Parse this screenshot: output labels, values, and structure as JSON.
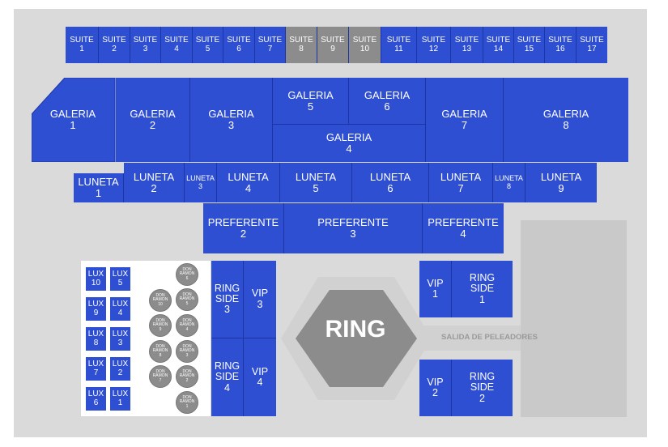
{
  "suites": [
    {
      "label": "SUITE\n1",
      "sold": false
    },
    {
      "label": "SUITE\n2",
      "sold": false
    },
    {
      "label": "SUITE\n3",
      "sold": false
    },
    {
      "label": "SUITE\n4",
      "sold": false
    },
    {
      "label": "SUITE\n5",
      "sold": false
    },
    {
      "label": "SUITE\n6",
      "sold": false
    },
    {
      "label": "SUITE\n7",
      "sold": false
    },
    {
      "label": "SUITE\n8",
      "sold": true
    },
    {
      "label": "SUITE\n9",
      "sold": true
    },
    {
      "label": "SUITE\n10",
      "sold": true
    },
    {
      "label": "SUITE\n11",
      "sold": false
    },
    {
      "label": "SUITE\n12",
      "sold": false
    },
    {
      "label": "SUITE\n13",
      "sold": false
    },
    {
      "label": "SUITE\n14",
      "sold": false
    },
    {
      "label": "SUITE\n15",
      "sold": false
    },
    {
      "label": "SUITE\n16",
      "sold": false
    },
    {
      "label": "SUITE\n17",
      "sold": false
    }
  ],
  "galeria": {
    "g1": "GALERIA\n1",
    "g2": "GALERIA\n2",
    "g3": "GALERIA\n3",
    "g4": "GALERIA\n4",
    "g5": "GALERIA\n5",
    "g6": "GALERIA\n6",
    "g7": "GALERIA\n7",
    "g8": "GALERIA\n8"
  },
  "luneta": {
    "l1": "LUNETA\n1",
    "l2": "LUNETA\n2",
    "l3": "LUNETA\n3",
    "l4": "LUNETA\n4",
    "l5": "LUNETA\n5",
    "l6": "LUNETA\n6",
    "l7": "LUNETA\n7",
    "l8": "LUNETA\n8",
    "l9": "LUNETA\n9"
  },
  "preferente": {
    "p2": "PREFERENTE\n2",
    "p3": "PREFERENTE\n3",
    "p4": "PREFERENTE\n4"
  },
  "lux": {
    "left": [
      "LUX\n10",
      "LUX\n9",
      "LUX\n8",
      "LUX\n7",
      "LUX\n6"
    ],
    "right": [
      "LUX\n5",
      "LUX\n4",
      "LUX\n3",
      "LUX\n2",
      "LUX\n1"
    ]
  },
  "don_ramon": {
    "left": [
      "DON\nRAMON\n10",
      "DON\nRAMON\n9",
      "DON\nRAMON\n8",
      "DON\nRAMON\n7"
    ],
    "right": [
      "DON\nRAMON\n6",
      "DON\nRAMON\n5",
      "DON\nRAMON\n4",
      "DON\nRAMON\n3",
      "DON\nRAMON\n2",
      "DON\nRAMON\n1"
    ]
  },
  "ringside": {
    "rs1": "RING\nSIDE\n1",
    "rs2": "RING\nSIDE\n2",
    "rs3": "RING\nSIDE\n3",
    "rs4": "RING\nSIDE\n4"
  },
  "vip": {
    "v1": "VIP\n1",
    "v2": "VIP\n2",
    "v3": "VIP\n3",
    "v4": "VIP\n4"
  },
  "ring": {
    "label": "RING",
    "outer_color": "#d1d1d1",
    "inner_color": "#8c8c8c"
  },
  "exit": {
    "label": "SALIDA DE PELEADORES"
  },
  "colors": {
    "available": "#2f4fd3",
    "sold": "#8c8c8c",
    "background": "#dadada"
  }
}
